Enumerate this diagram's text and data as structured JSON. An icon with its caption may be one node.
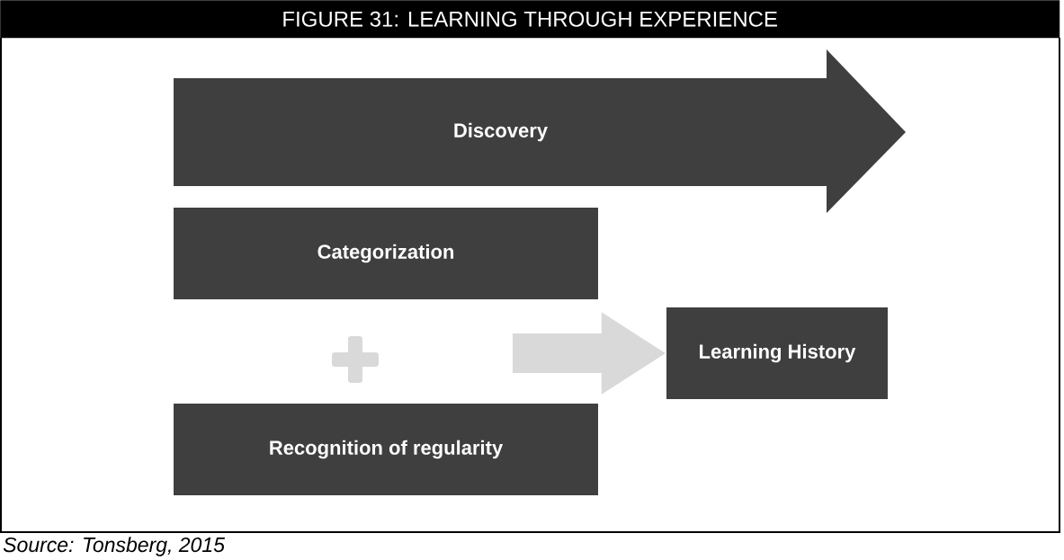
{
  "diagram": {
    "title": "FIGURE 31: LEARNING THROUGH EXPERIENCE",
    "caption": "Source: Tonsberg, 2015",
    "nodes": [
      {
        "text": [
          "Discovery"
        ]
      },
      {
        "text": [
          "Categorization"
        ]
      },
      {
        "text": [
          "Recognition of regularity"
        ]
      },
      {
        "text": [
          "Learning History"
        ]
      }
    ],
    "edges": [
      {
        "from": null,
        "to": 3,
        "arrow": "to"
      }
    ]
  }
}
